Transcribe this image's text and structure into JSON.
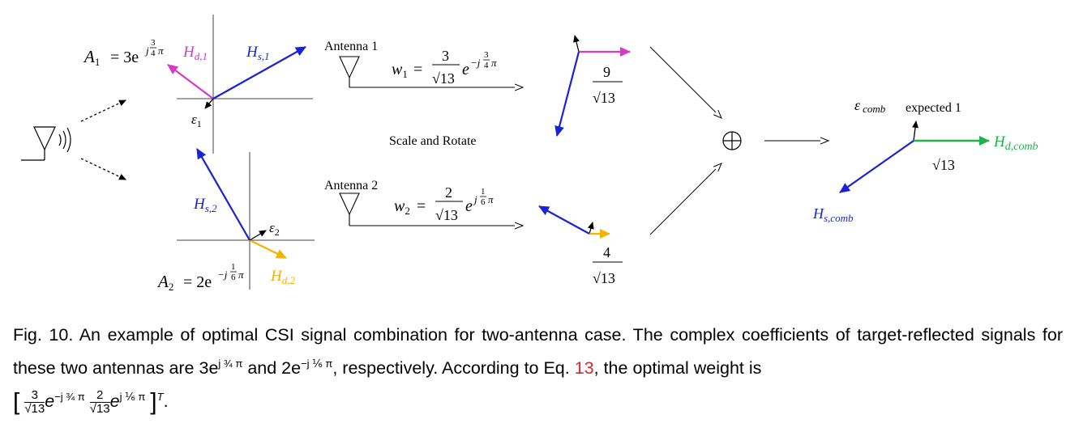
{
  "figure": {
    "a1_label": "A",
    "a1_sub": "1",
    "a1_eq": "= 3e",
    "a1_exp": "j",
    "a1_frac_num": "3",
    "a1_frac_den": "4",
    "a1_pi": "π",
    "hd1_main": "H",
    "hd1_sub": "d,1",
    "hs1_main": "H",
    "hs1_sub": "s,1",
    "eps1_main": "ε",
    "eps1_sub": "1",
    "hs2_main": "H",
    "hs2_sub": "s,2",
    "eps2_main": "ε",
    "eps2_sub": "2",
    "a2_label": "A",
    "a2_sub": "2",
    "a2_eq": "= 2e",
    "a2_exp": "−j",
    "a2_frac_num": "1",
    "a2_frac_den": "6",
    "a2_pi": "π",
    "hd2_main": "H",
    "hd2_sub": "d,2",
    "antenna1": "Antenna 1",
    "antenna2": "Antenna 2",
    "w1_label": "w",
    "w1_sub": "1",
    "w1_eq": "=",
    "w1_num": "3",
    "w1_den": "√13",
    "w1_e": "e",
    "w1_exp": "−j",
    "w1_exp_num": "3",
    "w1_exp_den": "4",
    "w1_pi": "π",
    "w2_label": "w",
    "w2_sub": "2",
    "w2_eq": "=",
    "w2_num": "2",
    "w2_den": "√13",
    "w2_e": "e",
    "w2_exp": "j",
    "w2_exp_num": "1",
    "w2_exp_den": "6",
    "w2_pi": "π",
    "scale_rotate": "Scale and Rotate",
    "frac9_num": "9",
    "frac9_den": "√13",
    "frac4_num": "4",
    "frac4_den": "√13",
    "oplus": "⊕",
    "eps_comb_main": "ε",
    "eps_comb_sub": "comb",
    "expected": "expected 1",
    "hd_comb_main": "H",
    "hd_comb_sub": "d,comb",
    "sqrt13": "√13",
    "hs_comb_main": "H",
    "hs_comb_sub": "s,comb"
  },
  "caption": {
    "part1": "Fig. 10. An example of optimal CSI signal combination for two-antenna case. The complex coefficients of target-reflected signals for these two antennas are 3e",
    "sup1": "j ¾ π",
    "part2": " and 2e",
    "sup2": "−j ⅙ π",
    "part3": ", respectively. According to Eq. ",
    "eq_ref": "13",
    "part4": ", the optimal weight is ",
    "bracket_open": "[",
    "c1_num": "3",
    "c1_den": "√13",
    "c1_e": "e",
    "c1_sup": "−j ¾ π",
    "c2_num": "2",
    "c2_den": "√13",
    "c2_e": "e",
    "c2_sup": "j ⅙ π",
    "bracket_close": "]",
    "transpose": "T",
    "end": "."
  },
  "colors": {
    "magenta": "#d63ac9",
    "blue": "#1a22d6",
    "orange": "#f2b400",
    "green": "#22b14c",
    "red_ref": "#d62728"
  }
}
